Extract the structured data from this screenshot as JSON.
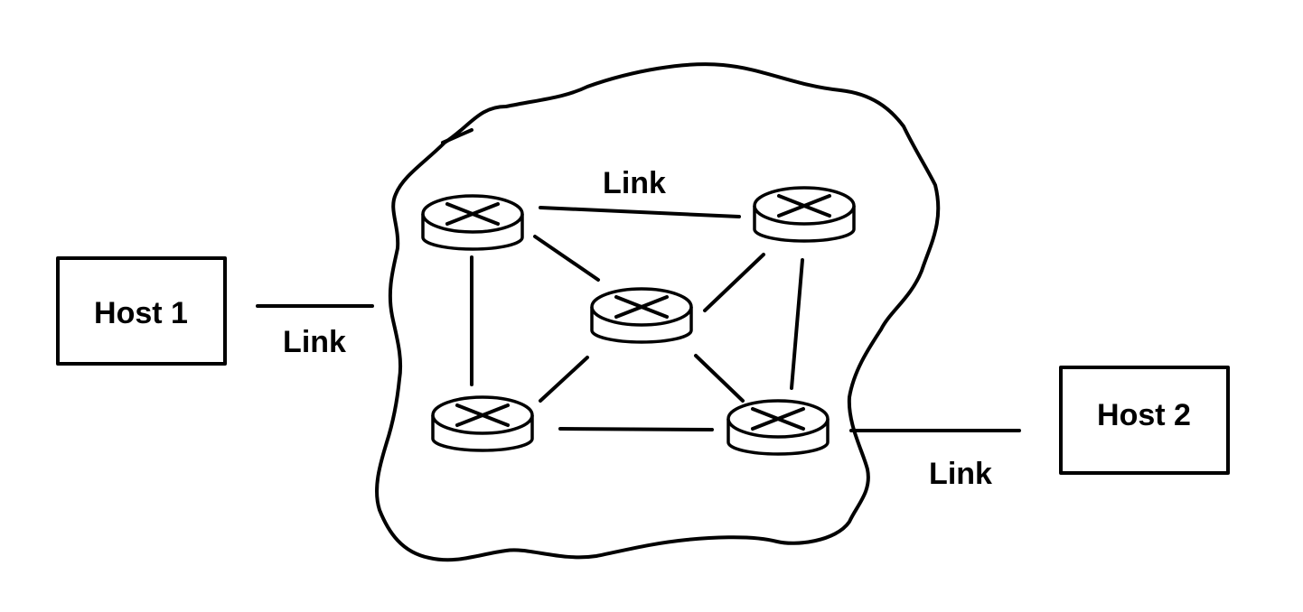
{
  "hosts": {
    "host1": {
      "label": "Host 1"
    },
    "host2": {
      "label": "Host 2"
    }
  },
  "links": {
    "host1_link_label": "Link",
    "top_link_label": "Link",
    "host2_link_label": "Link"
  },
  "network": {
    "router_count": 5,
    "router_icon": "router-icon"
  },
  "colors": {
    "stroke": "#000000",
    "background": "#ffffff"
  }
}
